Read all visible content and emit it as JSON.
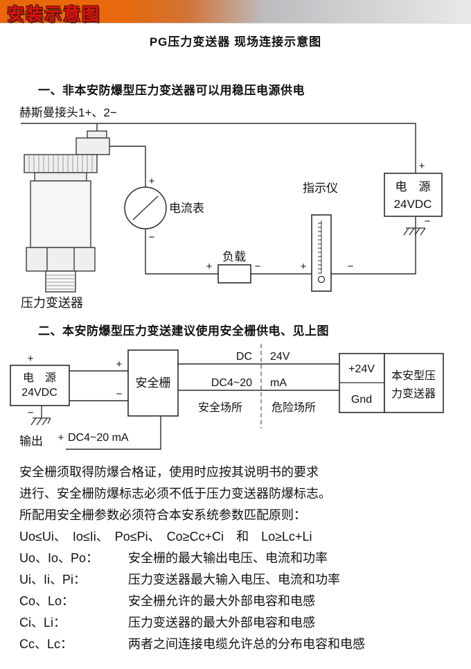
{
  "banner": {
    "title": "安装示意图"
  },
  "subtitle": "PG压力变送器 现场连接示意图",
  "signs": {
    "plus": "+",
    "minus": "−"
  },
  "section1": {
    "heading": "一、非本安防爆型压力变送器可以用稳压电源供电",
    "connector_label": "赫斯曼接头1+、2−",
    "transmitter_label": "压力变送器",
    "ammeter_label": "电流表",
    "load_label": "负载",
    "indicator_label": "指示仪",
    "power_line1": "电　源",
    "power_line2": "24VDC"
  },
  "section2": {
    "heading": "二、本安防爆型压力变送建议使用安全栅供电、见上图",
    "power_line1": "电　源",
    "power_line2": "24VDC",
    "barrier_label": "安全栅",
    "wire1_left": "DC",
    "wire1_right": "24V",
    "wire2_left": "DC4~20",
    "wire2_right": "mA",
    "safe_area": "安全场所",
    "hazard_area": "危险场所",
    "terminal_plus": "+24V",
    "terminal_gnd": "Gnd",
    "device_line1": "本安型压",
    "device_line2": "力变送器",
    "output_label": "输出",
    "output_value": "DC4~20  mA"
  },
  "notes": {
    "p1": "安全栅须取得防爆合格证，使用时应按其说明书的要求",
    "p2": "进行、安全栅防爆标志必须不低于压力变送器防爆标志。",
    "p3": "所配用安全栅参数必须符合本安系统参数匹配原则：",
    "formula": "Uo≤Ui、　Io≤Ii、　Po≤Pi、　Co≥Cc+Ci　和　Lo≥Lc+Li",
    "items": [
      {
        "term": "Uo、Io、Po：",
        "desc": "安全栅的最大输出电压、电流和功率"
      },
      {
        "term": "Ui、Ii、Pi：",
        "desc": "压力变送器最大输入电压、电流和功率"
      },
      {
        "term": "Co、Lo：",
        "desc": "安全栅允许的最大外部电容和电感"
      },
      {
        "term": "Ci、Li：",
        "desc": "压力变送器的最大外部电容和电感"
      },
      {
        "term": "Cc、Lc：",
        "desc": "两者之间连接电缆允许总的分布电容和电感"
      }
    ]
  },
  "colors": {
    "banner_orange": "#e8680b",
    "banner_gray": "#c9c9c9",
    "title_red": "#e01111",
    "line": "#2b2b2b"
  }
}
